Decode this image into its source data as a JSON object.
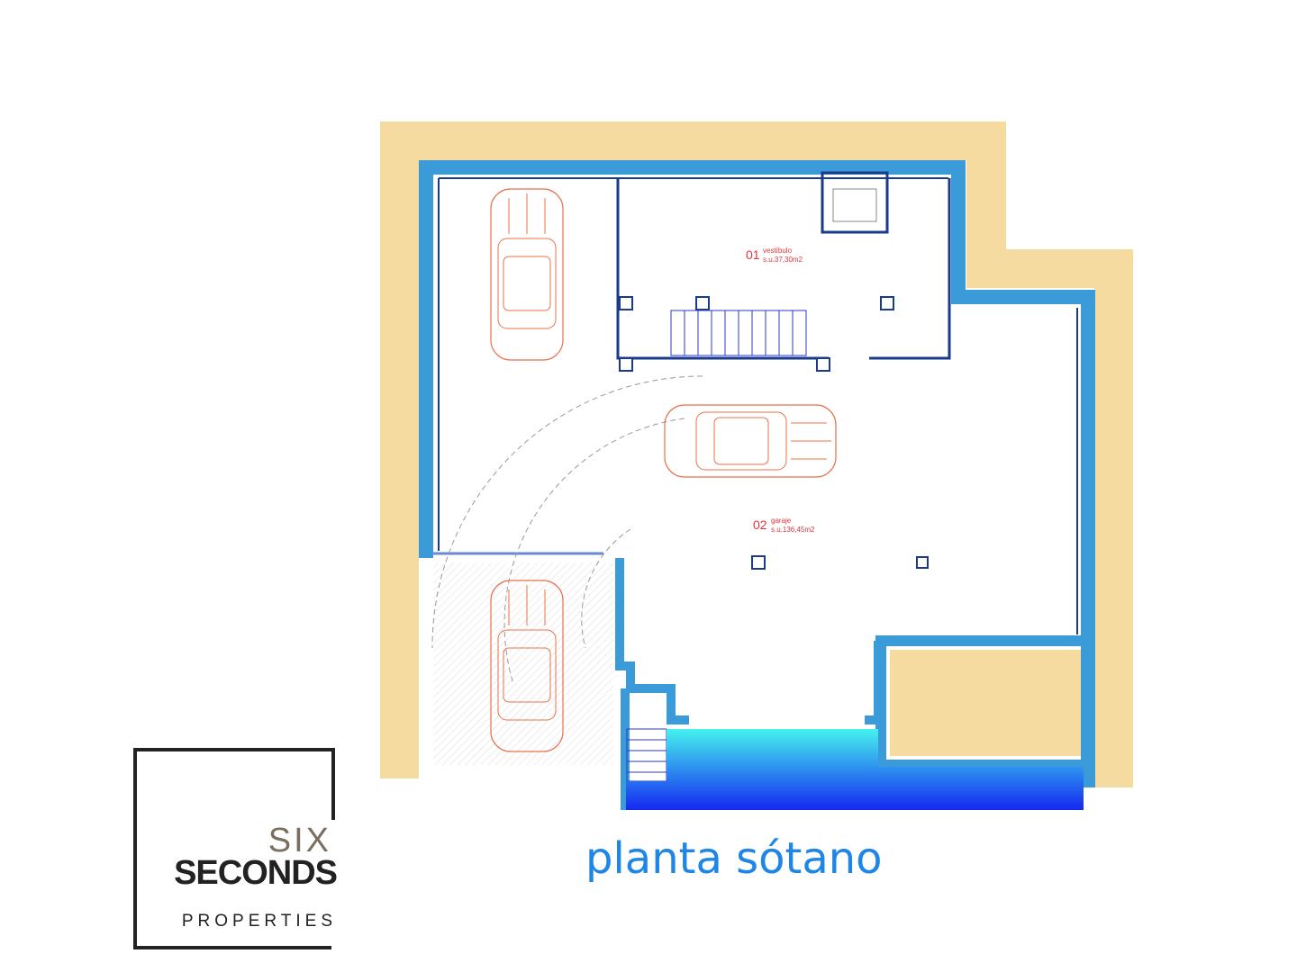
{
  "rooms": [
    {
      "number": "01",
      "name": "vestíbulo",
      "area": "s.u.37,30m2"
    },
    {
      "number": "02",
      "name": "garaje",
      "area": "s.u.136,45m2"
    }
  ],
  "title": "planta sótano",
  "logo": {
    "line1": "SIX",
    "line2": "SECONDS",
    "line3": "PROPERTIES"
  },
  "colors": {
    "terrain": "#f6dba0",
    "wall": "#3b9ad8",
    "car": "#e8704a",
    "pool_top": "#3ff0f0",
    "pool_bottom": "#1a30f0",
    "title": "#1e86e6"
  }
}
